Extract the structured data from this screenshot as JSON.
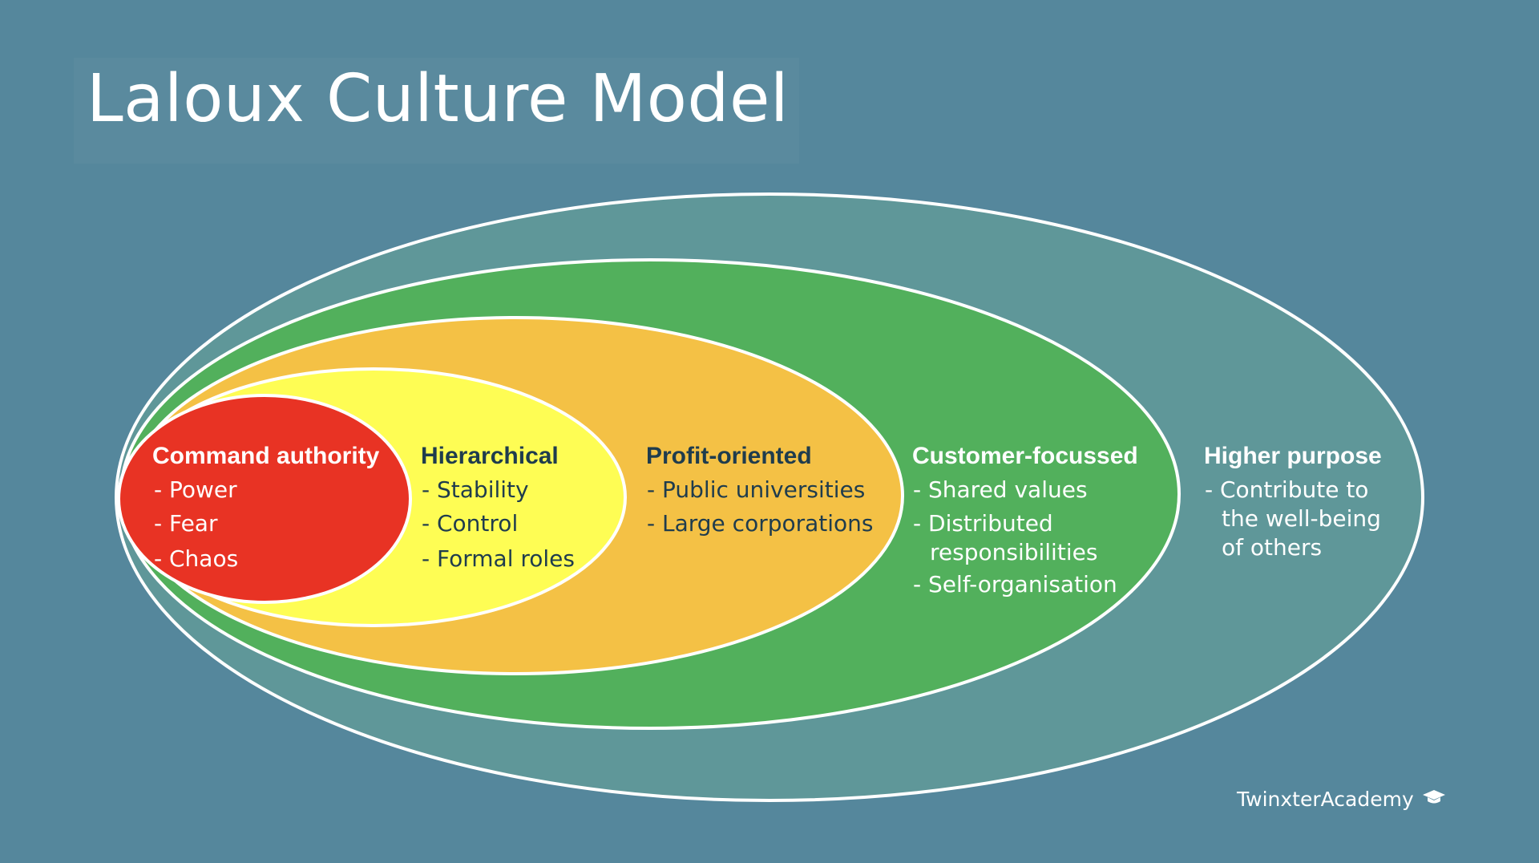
{
  "title": "Laloux Culture Model",
  "brand": {
    "name": "TwinxterAcademy",
    "icon": "graduation-cap-icon"
  },
  "colors": {
    "background": "#55879c",
    "higher_purpose": "#5f9799",
    "customer_focussed": "#52b05c",
    "profit_oriented": "#f4c145",
    "hierarchical": "#fefd54",
    "command_authority": "#e83324",
    "outline": "#ffffff"
  },
  "stages": [
    {
      "key": "command_authority",
      "title": "Command authority",
      "items": [
        "- Power",
        "- Fear",
        "- Chaos"
      ]
    },
    {
      "key": "hierarchical",
      "title": "Hierarchical",
      "items": [
        "- Stability",
        "- Control",
        "- Formal roles"
      ]
    },
    {
      "key": "profit_oriented",
      "title": "Profit-oriented",
      "items": [
        "- Public universities",
        "- Large corporations"
      ]
    },
    {
      "key": "customer_focussed",
      "title": "Customer-focussed",
      "items": [
        "- Shared values",
        "- Distributed",
        "responsibilities",
        "- Self-organisation"
      ]
    },
    {
      "key": "higher_purpose",
      "title": "Higher purpose",
      "items": [
        "- Contribute to",
        "the well-being",
        "of others"
      ]
    }
  ]
}
